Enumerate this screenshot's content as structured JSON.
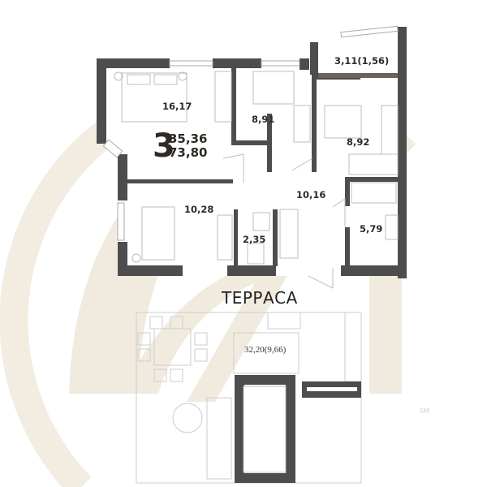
{
  "plan": {
    "rooms_count": "3",
    "living_area": "35,36",
    "total_area": "73,80",
    "terrace_title": "ТЕРРАСА",
    "watermark": "SM",
    "rooms": [
      {
        "id": "bedroom-1",
        "area": "16,17"
      },
      {
        "id": "bedroom-2",
        "area": "8,91"
      },
      {
        "id": "balcony",
        "area": "3,11(1,56)"
      },
      {
        "id": "kitchen",
        "area": "8,92"
      },
      {
        "id": "hallway",
        "area": "10,16"
      },
      {
        "id": "bedroom-3",
        "area": "10,28"
      },
      {
        "id": "toilet",
        "area": "2,35"
      },
      {
        "id": "bathroom",
        "area": "5,79"
      },
      {
        "id": "terrace",
        "area": "32,20(9,66)"
      }
    ]
  },
  "colors": {
    "wall": "#4a4a4a",
    "accent_beige": "#efe8dc",
    "furniture_line": "#b5b5b5"
  }
}
